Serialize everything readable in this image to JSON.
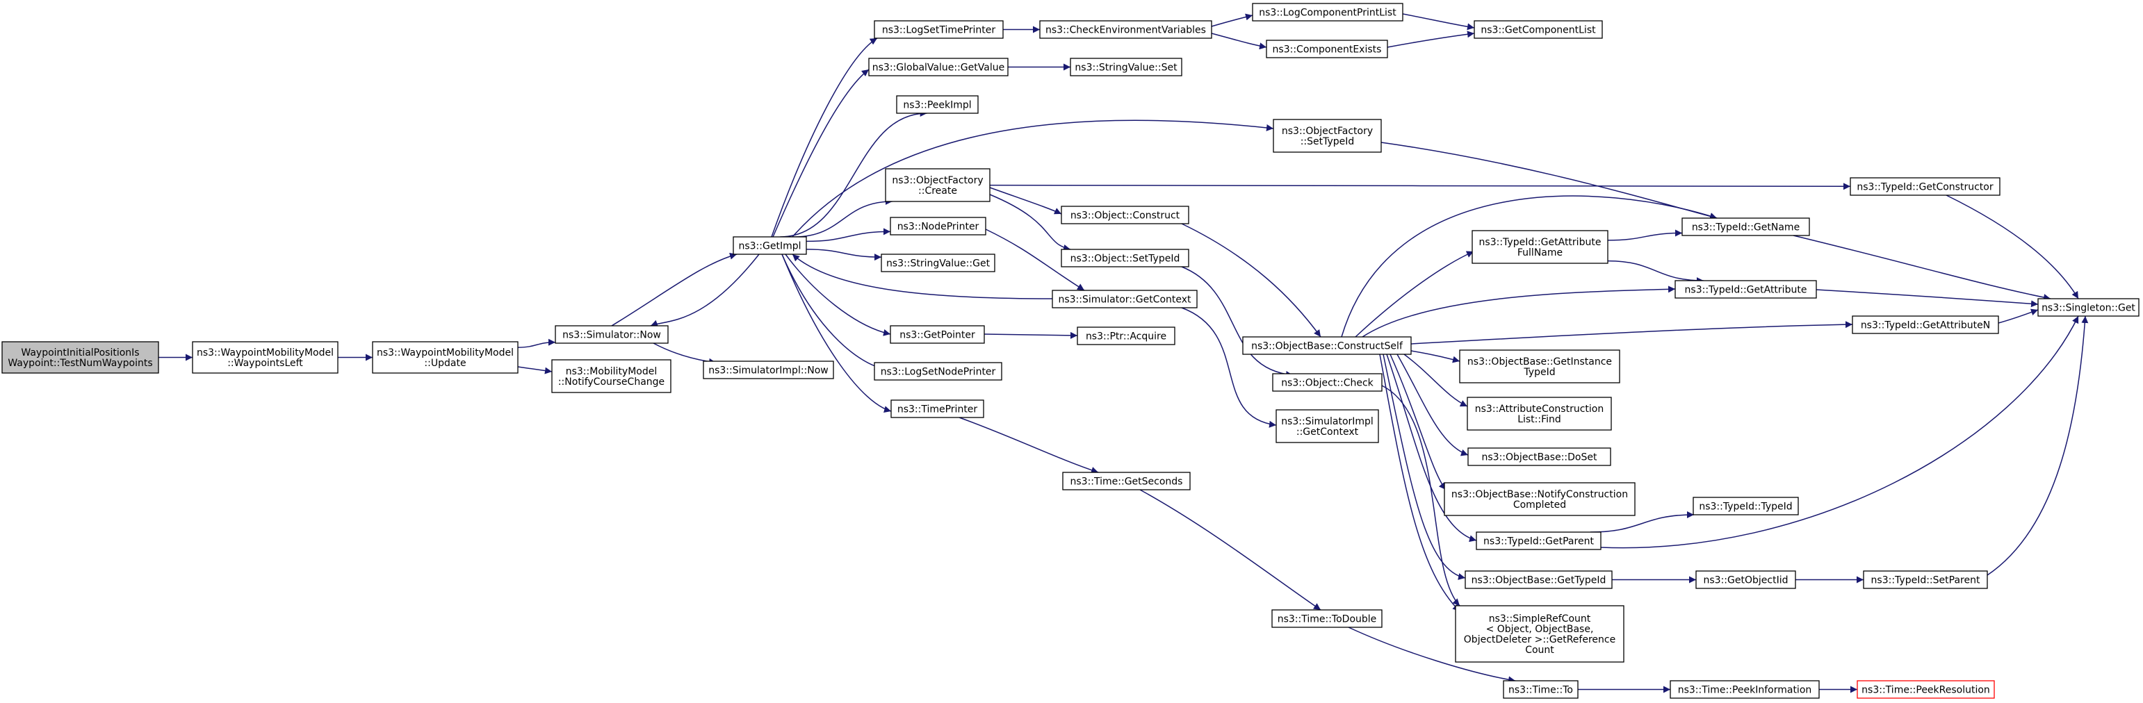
{
  "diagram": {
    "nodes": [
      {
        "id": "root",
        "lines": [
          "WaypointInitialPositionIs",
          "Waypoint::TestNumWaypoints"
        ],
        "style": "root"
      },
      {
        "id": "wml_wpl",
        "lines": [
          "ns3::WaypointMobilityModel",
          "::WaypointsLeft"
        ]
      },
      {
        "id": "wml_upd",
        "lines": [
          "ns3::WaypointMobilityModel",
          "::Update"
        ]
      },
      {
        "id": "sim_now",
        "lines": [
          "ns3::Simulator::Now"
        ]
      },
      {
        "id": "mm_ncc",
        "lines": [
          "ns3::MobilityModel",
          "::NotifyCourseChange"
        ]
      },
      {
        "id": "simimpl_now",
        "lines": [
          "ns3::SimulatorImpl::Now"
        ]
      },
      {
        "id": "getimpl",
        "lines": [
          "ns3::GetImpl"
        ]
      },
      {
        "id": "logsettp",
        "lines": [
          "ns3::LogSetTimePrinter"
        ]
      },
      {
        "id": "gv_getvalue",
        "lines": [
          "ns3::GlobalValue::GetValue"
        ]
      },
      {
        "id": "peekimpl",
        "lines": [
          "ns3::PeekImpl"
        ]
      },
      {
        "id": "of_create",
        "lines": [
          "ns3::ObjectFactory",
          "::Create"
        ]
      },
      {
        "id": "nodeprinter",
        "lines": [
          "ns3::NodePrinter"
        ]
      },
      {
        "id": "sv_get",
        "lines": [
          "ns3::StringValue::Get"
        ]
      },
      {
        "id": "getpointer",
        "lines": [
          "ns3::GetPointer"
        ]
      },
      {
        "id": "logsetnp",
        "lines": [
          "ns3::LogSetNodePrinter"
        ]
      },
      {
        "id": "timeprinter",
        "lines": [
          "ns3::TimePrinter"
        ]
      },
      {
        "id": "checkenv",
        "lines": [
          "ns3::CheckEnvironmentVariables"
        ]
      },
      {
        "id": "sv_set",
        "lines": [
          "ns3::StringValue::Set"
        ]
      },
      {
        "id": "obj_construct",
        "lines": [
          "ns3::Object::Construct"
        ]
      },
      {
        "id": "obj_settypeid",
        "lines": [
          "ns3::Object::SetTypeId"
        ]
      },
      {
        "id": "sim_getctx",
        "lines": [
          "ns3::Simulator::GetContext"
        ]
      },
      {
        "id": "ptr_acquire",
        "lines": [
          "ns3::Ptr::Acquire"
        ]
      },
      {
        "id": "time_getsec",
        "lines": [
          "ns3::Time::GetSeconds"
        ]
      },
      {
        "id": "logcpl",
        "lines": [
          "ns3::LogComponentPrintList"
        ]
      },
      {
        "id": "compexists",
        "lines": [
          "ns3::ComponentExists"
        ]
      },
      {
        "id": "of_settypeid",
        "lines": [
          "ns3::ObjectFactory",
          "::SetTypeId"
        ]
      },
      {
        "id": "ob_constructself",
        "lines": [
          "ns3::ObjectBase::ConstructSelf"
        ]
      },
      {
        "id": "obj_check",
        "lines": [
          "ns3::Object::Check"
        ]
      },
      {
        "id": "simimpl_getctx",
        "lines": [
          "ns3::SimulatorImpl",
          "::GetContext"
        ]
      },
      {
        "id": "time_todouble",
        "lines": [
          "ns3::Time::ToDouble"
        ]
      },
      {
        "id": "getcomplist",
        "lines": [
          "ns3::GetComponentList"
        ]
      },
      {
        "id": "tid_getattrfull",
        "lines": [
          "ns3::TypeId::GetAttribute",
          "FullName"
        ]
      },
      {
        "id": "ob_getinst",
        "lines": [
          "ns3::ObjectBase::GetInstance",
          "TypeId"
        ]
      },
      {
        "id": "acl_find",
        "lines": [
          "ns3::AttributeConstruction",
          "List::Find"
        ]
      },
      {
        "id": "ob_doset",
        "lines": [
          "ns3::ObjectBase::DoSet"
        ]
      },
      {
        "id": "ob_notify",
        "lines": [
          "ns3::ObjectBase::NotifyConstruction",
          "Completed"
        ]
      },
      {
        "id": "tid_getparent",
        "lines": [
          "ns3::TypeId::GetParent"
        ]
      },
      {
        "id": "ob_gettypeid",
        "lines": [
          "ns3::ObjectBase::GetTypeId"
        ]
      },
      {
        "id": "src_getrefcount",
        "lines": [
          "ns3::SimpleRefCount",
          "< Object, ObjectBase,",
          " ObjectDeleter >::GetReference",
          "Count"
        ]
      },
      {
        "id": "time_to",
        "lines": [
          "ns3::Time::To"
        ]
      },
      {
        "id": "tid_getctor",
        "lines": [
          "ns3::TypeId::GetConstructor"
        ]
      },
      {
        "id": "tid_getname",
        "lines": [
          "ns3::TypeId::GetName"
        ]
      },
      {
        "id": "tid_getattr",
        "lines": [
          "ns3::TypeId::GetAttribute"
        ]
      },
      {
        "id": "tid_getattrn",
        "lines": [
          "ns3::TypeId::GetAttributeN"
        ]
      },
      {
        "id": "tid_typeid",
        "lines": [
          "ns3::TypeId::TypeId"
        ]
      },
      {
        "id": "getobjectiid",
        "lines": [
          "ns3::GetObjectIid"
        ]
      },
      {
        "id": "tid_setparent",
        "lines": [
          "ns3::TypeId::SetParent"
        ]
      },
      {
        "id": "time_peekinfo",
        "lines": [
          "ns3::Time::PeekInformation"
        ]
      },
      {
        "id": "time_peekres",
        "lines": [
          "ns3::Time::PeekResolution"
        ],
        "style": "red"
      },
      {
        "id": "singleton_get",
        "lines": [
          "ns3::Singleton::Get"
        ]
      }
    ],
    "edges": [
      [
        "root",
        "wml_wpl"
      ],
      [
        "wml_wpl",
        "wml_upd"
      ],
      [
        "wml_upd",
        "sim_now"
      ],
      [
        "wml_upd",
        "mm_ncc"
      ],
      [
        "sim_now",
        "getimpl"
      ],
      [
        "sim_now",
        "simimpl_now"
      ],
      [
        "getimpl",
        "logsettp"
      ],
      [
        "getimpl",
        "gv_getvalue"
      ],
      [
        "getimpl",
        "peekimpl"
      ],
      [
        "getimpl",
        "of_settypeid"
      ],
      [
        "getimpl",
        "of_create"
      ],
      [
        "getimpl",
        "nodeprinter"
      ],
      [
        "getimpl",
        "sv_get"
      ],
      [
        "getimpl",
        "getpointer"
      ],
      [
        "getimpl",
        "logsetnp"
      ],
      [
        "getimpl",
        "timeprinter"
      ],
      [
        "getimpl",
        "sim_now"
      ],
      [
        "logsettp",
        "checkenv"
      ],
      [
        "gv_getvalue",
        "sv_set"
      ],
      [
        "checkenv",
        "logcpl"
      ],
      [
        "checkenv",
        "compexists"
      ],
      [
        "logcpl",
        "getcomplist"
      ],
      [
        "compexists",
        "getcomplist"
      ],
      [
        "of_settypeid",
        "tid_getname"
      ],
      [
        "of_create",
        "tid_getctor"
      ],
      [
        "of_create",
        "obj_construct"
      ],
      [
        "of_create",
        "obj_settypeid"
      ],
      [
        "nodeprinter",
        "sim_getctx"
      ],
      [
        "sim_getctx",
        "getimpl"
      ],
      [
        "sim_getctx",
        "simimpl_getctx"
      ],
      [
        "getpointer",
        "ptr_acquire"
      ],
      [
        "timeprinter",
        "time_getsec"
      ],
      [
        "obj_construct",
        "ob_constructself"
      ],
      [
        "obj_settypeid",
        "obj_check"
      ],
      [
        "time_getsec",
        "time_todouble"
      ],
      [
        "time_todouble",
        "time_to"
      ],
      [
        "ob_constructself",
        "tid_getname"
      ],
      [
        "ob_constructself",
        "tid_getattrfull"
      ],
      [
        "ob_constructself",
        "tid_getattr"
      ],
      [
        "ob_constructself",
        "tid_getattrn"
      ],
      [
        "ob_constructself",
        "ob_getinst"
      ],
      [
        "ob_constructself",
        "acl_find"
      ],
      [
        "ob_constructself",
        "ob_doset"
      ],
      [
        "ob_constructself",
        "ob_notify"
      ],
      [
        "ob_constructself",
        "tid_getparent"
      ],
      [
        "ob_constructself",
        "ob_gettypeid"
      ],
      [
        "ob_constructself",
        "src_getrefcount"
      ],
      [
        "obj_check",
        "src_getrefcount"
      ],
      [
        "tid_getattrfull",
        "tid_getname"
      ],
      [
        "tid_getattrfull",
        "tid_getattr"
      ],
      [
        "tid_getctor",
        "singleton_get"
      ],
      [
        "tid_getname",
        "singleton_get"
      ],
      [
        "tid_getattr",
        "singleton_get"
      ],
      [
        "tid_getattrn",
        "singleton_get"
      ],
      [
        "tid_getparent",
        "tid_typeid"
      ],
      [
        "tid_getparent",
        "singleton_get"
      ],
      [
        "ob_gettypeid",
        "getobjectiid"
      ],
      [
        "getobjectiid",
        "tid_setparent"
      ],
      [
        "tid_setparent",
        "singleton_get"
      ],
      [
        "time_to",
        "time_peekinfo"
      ],
      [
        "time_peekinfo",
        "time_peekres"
      ]
    ]
  }
}
